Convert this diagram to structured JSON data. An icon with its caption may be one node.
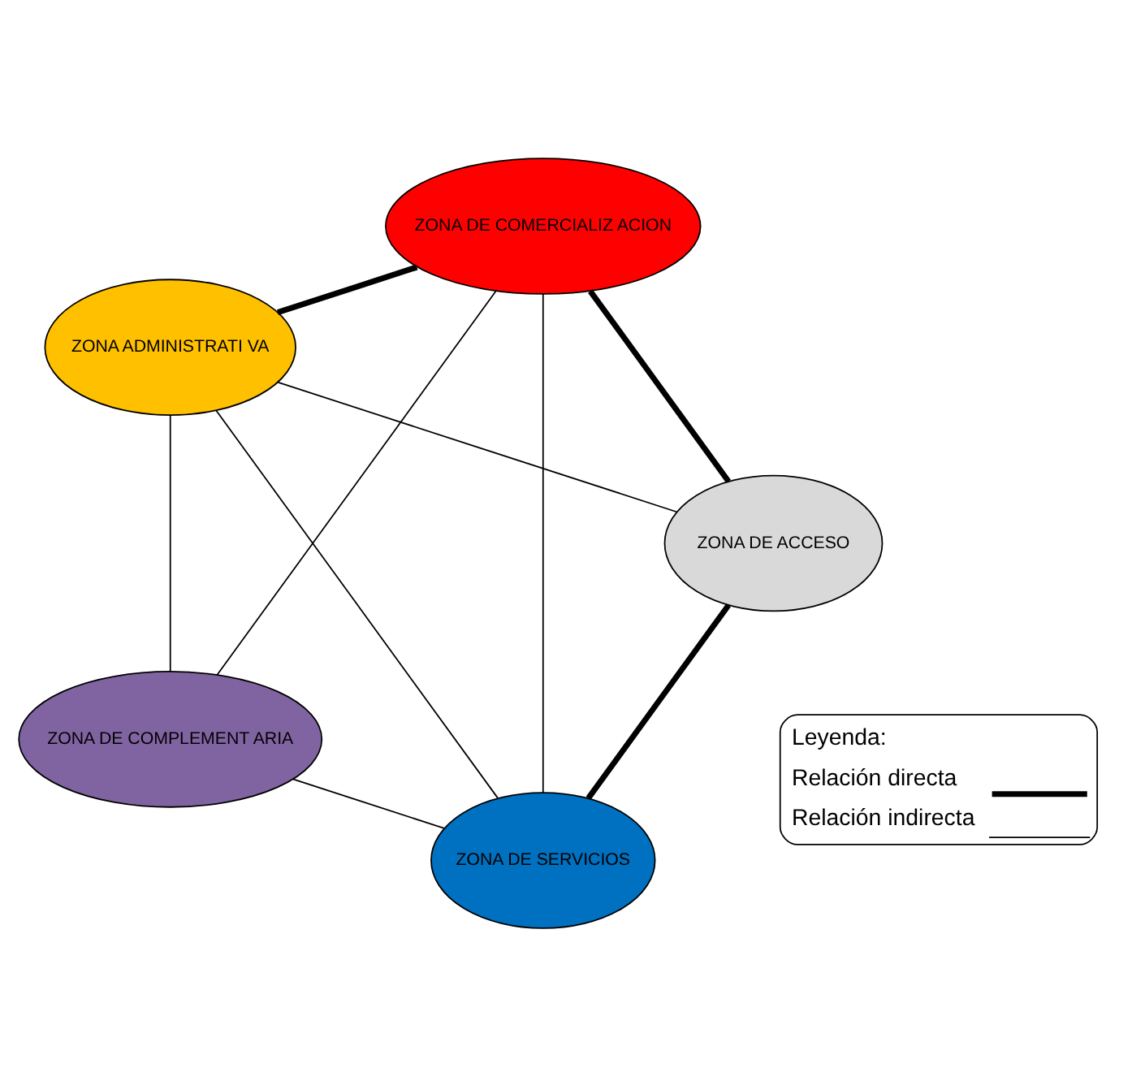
{
  "diagram": {
    "nodes": [
      {
        "text": [
          "ZONA DE ACCESO"
        ]
      },
      {
        "text": [
          "ZONA DE SERVICIOS"
        ]
      },
      {
        "text": [
          "ZONA DE COMERCIALIZ ACION"
        ]
      },
      {
        "text": [
          "ZONA DE COMPLEMENT ARIA"
        ]
      },
      {
        "text": [
          "ZONA ADMINISTRATI VA"
        ]
      }
    ],
    "edges": [
      {
        "from": 0,
        "to": 1,
        "arrow": "none",
        "style": "thick"
      },
      {
        "from": 0,
        "to": 2,
        "arrow": "none",
        "style": "thick"
      },
      {
        "from": 2,
        "to": 4,
        "arrow": "none",
        "style": "thick"
      },
      {
        "from": 0,
        "to": 4,
        "arrow": "none"
      },
      {
        "from": 1,
        "to": 2,
        "arrow": "none"
      },
      {
        "from": 1,
        "to": 4,
        "arrow": "none"
      },
      {
        "from": 3,
        "to": 2,
        "arrow": "none"
      },
      {
        "from": 1,
        "to": 3,
        "arrow": "none"
      },
      {
        "from": 3,
        "to": 4,
        "arrow": "none"
      }
    ],
    "labels": [
      "Leyenda:"
    ],
    "legend": [
      {
        "text": "Relación directa"
      },
      {
        "text": "Relación indirecta"
      }
    ]
  }
}
